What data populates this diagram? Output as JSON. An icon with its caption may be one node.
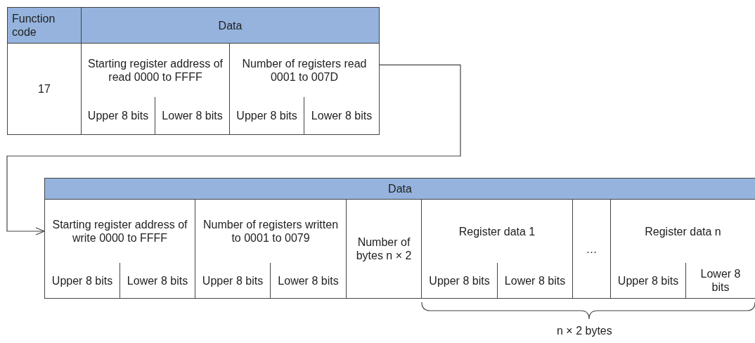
{
  "diagram": {
    "nodes": [
      {
        "text": [
          "Function code"
        ]
      },
      {
        "text": [
          "Data"
        ]
      },
      {
        "text": [
          "17"
        ]
      },
      {
        "text": [
          "Starting register address of read 0000 to FFFF"
        ]
      },
      {
        "text": [
          "Number of registers read 0001 to 007D"
        ]
      },
      {
        "text": [
          "Upper 8 bits"
        ]
      },
      {
        "text": [
          "Lower 8 bits"
        ]
      },
      {
        "text": [
          "Upper 8 bits"
        ]
      },
      {
        "text": [
          "Lower 8 bits"
        ]
      },
      {
        "text": [
          "Data"
        ]
      },
      {
        "text": [
          "Starting register address of write 0000 to FFFF"
        ]
      },
      {
        "text": [
          "Number of registers written to 0001 to 0079"
        ]
      },
      {
        "text": [
          "Number of bytes n × 2"
        ]
      },
      {
        "text": [
          "Register data 1"
        ]
      },
      {
        "text": [
          "…"
        ]
      },
      {
        "text": [
          "Register data n"
        ]
      },
      {
        "text": [
          "Upper 8 bits"
        ]
      },
      {
        "text": [
          "Lower 8 bits"
        ]
      },
      {
        "text": [
          "Upper 8 bits"
        ]
      },
      {
        "text": [
          "Lower 8 bits"
        ]
      },
      {
        "text": [
          "Upper 8 bits"
        ]
      },
      {
        "text": [
          "Lower 8 bits"
        ]
      },
      {
        "text": [
          "Upper 8 bits"
        ]
      },
      {
        "text": [
          "Lower 8 bits"
        ]
      }
    ],
    "edges": [
      {
        "from": 4,
        "to": 10,
        "arrow": "to"
      }
    ],
    "labels": [
      "n × 2 bytes"
    ]
  }
}
